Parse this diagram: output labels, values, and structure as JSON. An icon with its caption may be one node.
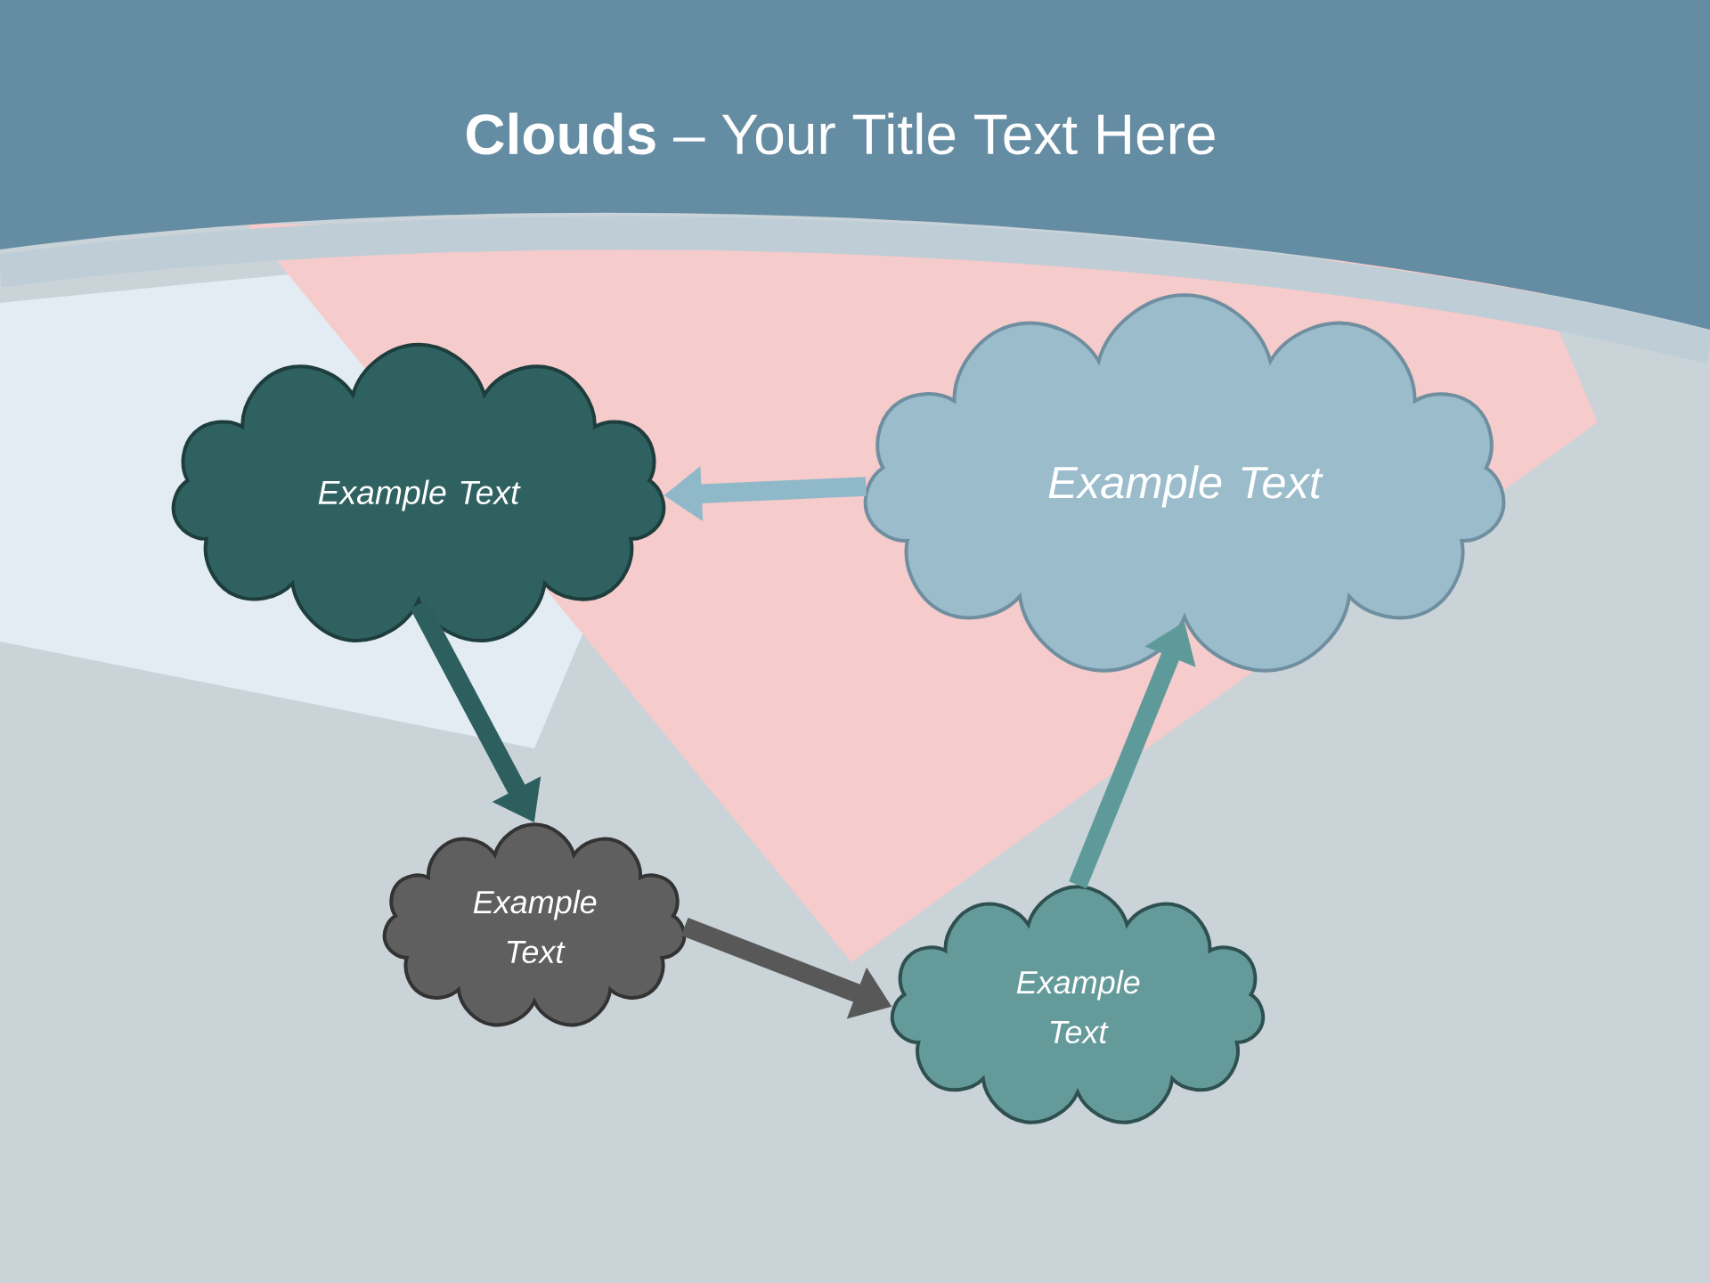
{
  "diagram": {
    "title": "**Clouds** – Your Title Text Here",
    "nodes": [
      {
        "text": [
          "Example Text"
        ]
      },
      {
        "text": [
          "Example Text"
        ]
      },
      {
        "text": [
          "Example Text"
        ]
      },
      {
        "text": [
          "Example Text"
        ]
      }
    ],
    "edges": [
      {
        "from": 1,
        "to": 0,
        "arrow": "to",
        "color": "#8fb9c9"
      },
      {
        "from": 0,
        "to": 2,
        "arrow": "to",
        "color": "#2e5f5f"
      },
      {
        "from": 2,
        "to": 3,
        "arrow": "to",
        "color": "#585858"
      },
      {
        "from": 3,
        "to": 1,
        "arrow": "to",
        "color": "#5f9a9a"
      }
    ]
  }
}
